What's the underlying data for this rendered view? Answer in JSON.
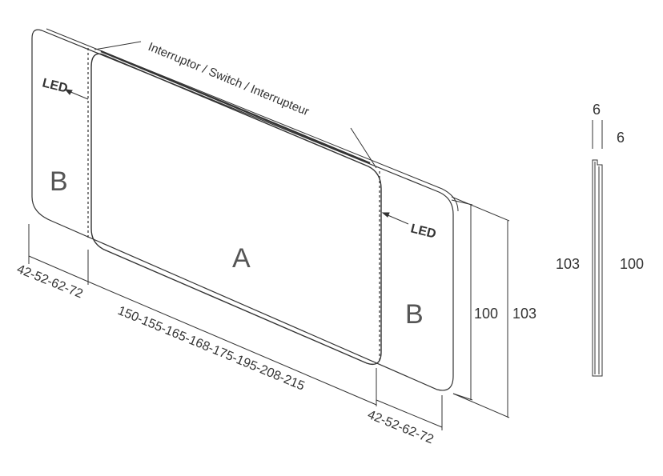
{
  "labels": {
    "panel_a": "A",
    "panel_b_left": "B",
    "panel_b_right": "B",
    "led_left": "LED",
    "led_right": "LED",
    "switch": "Interruptor / Switch / Interrupteur"
  },
  "dimensions": {
    "side_width_left": "42-52-62-72",
    "side_width_right": "42-52-62-72",
    "center_width": "150-155-165-168-175-195-208-215",
    "height_inner": "100",
    "height_outer": "103",
    "profile_depth_top": "6",
    "profile_depth_side": "6",
    "profile_height_outer": "103",
    "profile_height_inner": "100"
  },
  "colors": {
    "line": "#333333",
    "text": "#333333",
    "letter": "#555555"
  }
}
